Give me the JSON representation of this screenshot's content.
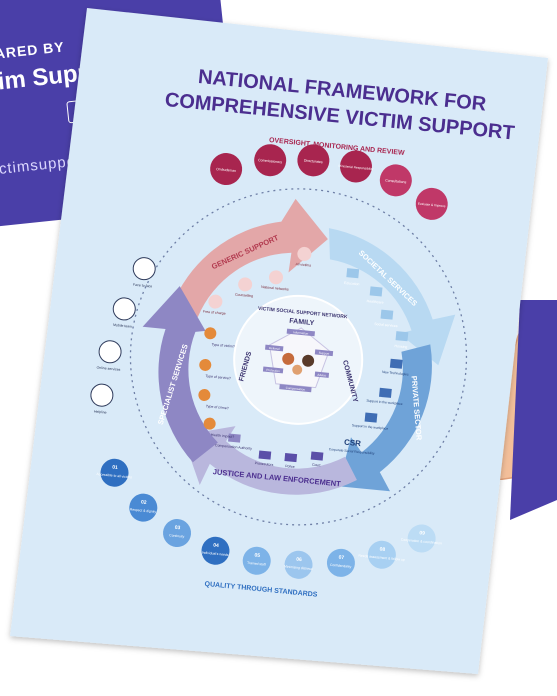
{
  "background": {
    "prepared_by": "ARED BY",
    "org_name": "tim Supp",
    "website": "ctimsuppo"
  },
  "poster": {
    "title_line1": "NATIONAL FRAMEWORK FOR",
    "title_line2": "COMPREHENSIVE VICTIM SUPPORT",
    "oversight_label": "OVERSIGHT, MONITORING AND REVIEW",
    "oversight_items": [
      "Ombudsman",
      "Commissioners",
      "Directorates",
      "Ministerial Responsibility",
      "Consultations",
      "Evaluate & Improve"
    ],
    "sectors": {
      "generic": "GENERIC SUPPORT",
      "societal": "SOCIETAL SERVICES",
      "private": "PRIVATE SECTOR",
      "justice": "JUSTICE AND LAW ENFORCEMENT",
      "specialist": "SPECIALIST SERVICES"
    },
    "generic_items": [
      "All victims",
      "Counselling",
      "National networks",
      "Free of charge"
    ],
    "societal_items": [
      "Education",
      "Healthcare",
      "Social services",
      "Housing"
    ],
    "private_items": [
      "New Technologies",
      "Support in the workplace",
      "Support in the workplace",
      "Corporate Social Responsibility"
    ],
    "csr_label": "CSR",
    "justice_items": [
      "Compensation Authority",
      "Prosecutors",
      "Police",
      "Court"
    ],
    "specialist_items": [
      "Type of victim?",
      "Type of service?",
      "Type of crime?",
      "Health impact?"
    ],
    "left_icons": [
      "Face to face",
      "Mobile team",
      "Online services",
      "Helpline"
    ],
    "network": {
      "title": "VICTIM SOCIAL SUPPORT NETWORK",
      "family": "FAMILY",
      "community": "COMMUNITY",
      "friends": "FRIENDS",
      "center_labels": [
        "Information",
        "Support",
        "Referral",
        "Advice",
        "Protection",
        "Compensation"
      ]
    },
    "standards": [
      {
        "num": "01",
        "text": "Accessible to all victims"
      },
      {
        "num": "02",
        "text": "Respect & dignity"
      },
      {
        "num": "03",
        "text": "Continuity"
      },
      {
        "num": "04",
        "text": "Individual's needs"
      },
      {
        "num": "05",
        "text": "Trained staff"
      },
      {
        "num": "06",
        "text": "Minimising distress"
      },
      {
        "num": "07",
        "text": "Confidentiality"
      },
      {
        "num": "08",
        "text": "Needs assessment & follow up"
      },
      {
        "num": "09",
        "text": "Cooperation & coordination"
      }
    ],
    "quality_label": "QUALITY THROUGH STANDARDS"
  },
  "colors": {
    "paper": "#d9eaf8",
    "title": "#4b2e8f",
    "oversight": "#a8254f",
    "generic": "#e3a7a8",
    "societal": "#b8d9f2",
    "private": "#6fa3d8",
    "justice": "#b9b7dd",
    "specialist": "#8e87c4",
    "flyer": "#4a3fa8"
  }
}
